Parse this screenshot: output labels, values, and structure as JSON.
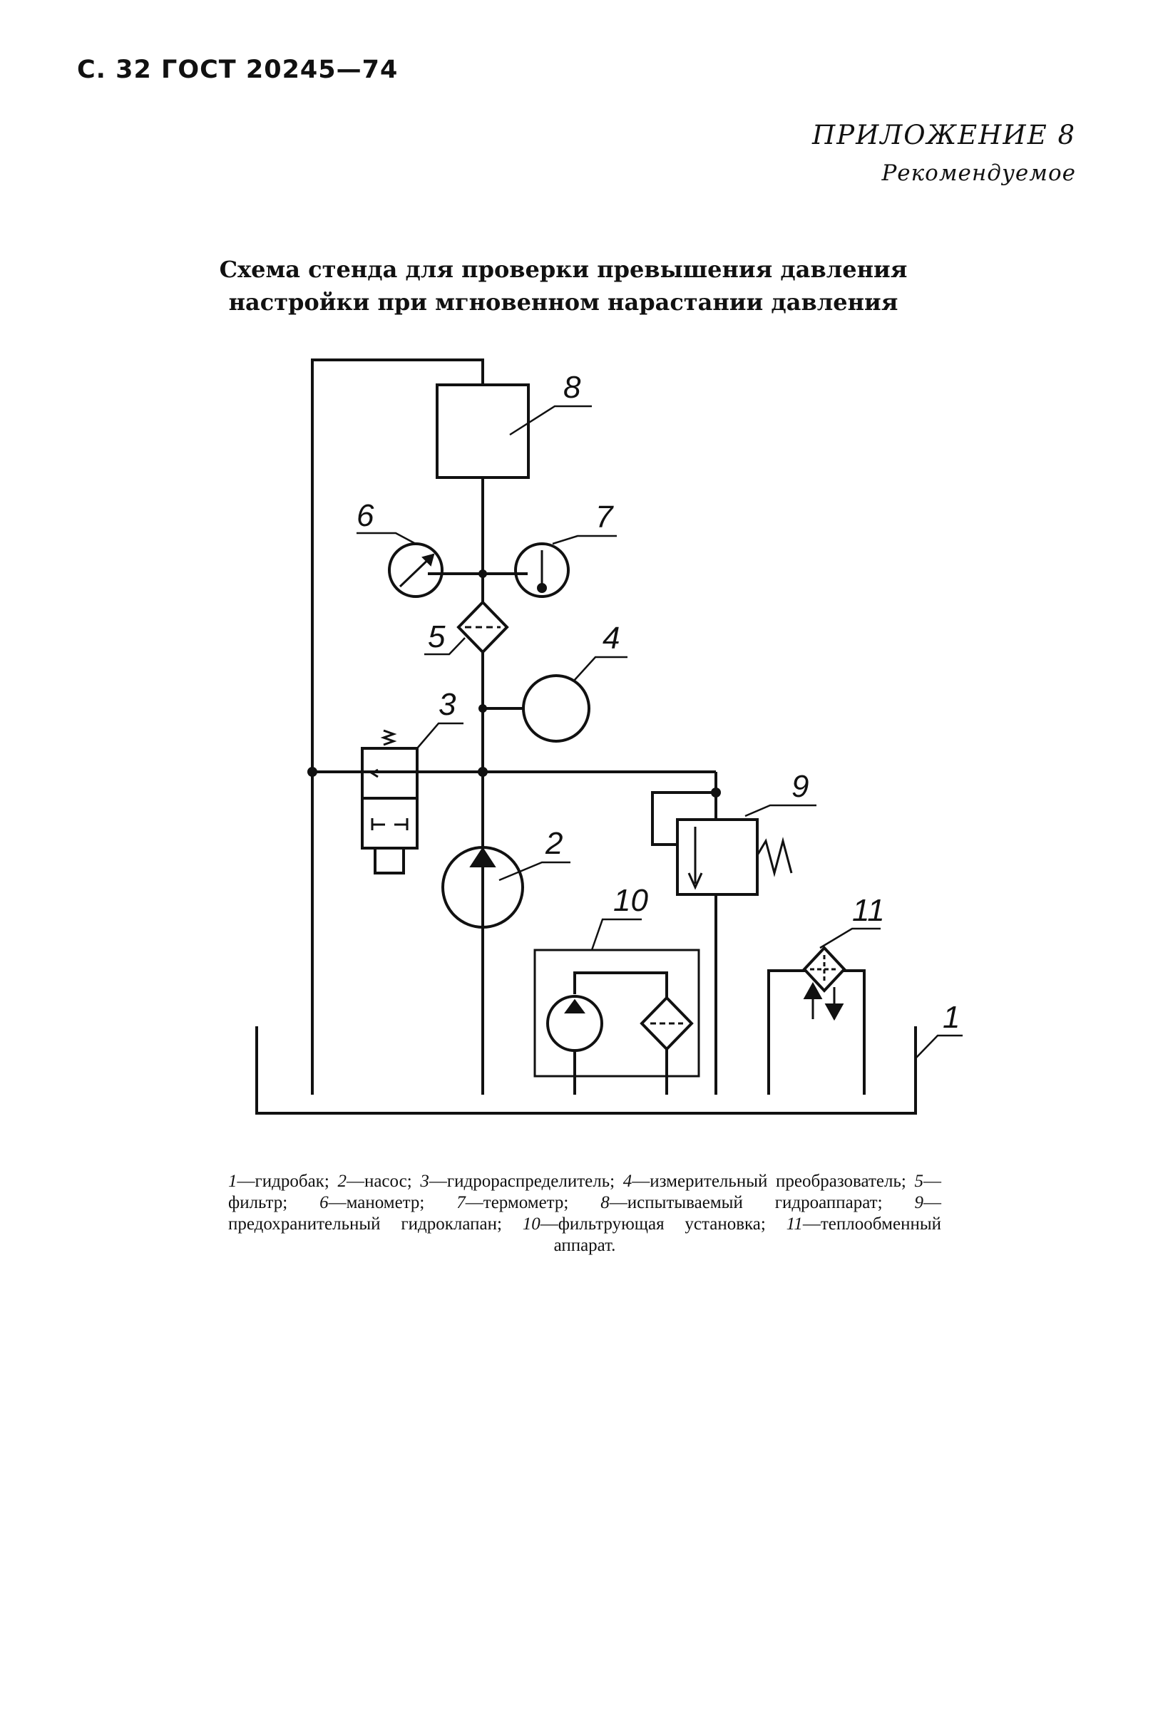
{
  "header": {
    "page_ref": "С. 32 ГОСТ 20245—74"
  },
  "appendix": {
    "title": "ПРИЛОЖЕНИЕ 8",
    "subtitle": "Рекомендуемое"
  },
  "figure": {
    "title_line1": "Схема стенда для проверки превышения давления",
    "title_line2": "настройки при мгновенном нарастании давления",
    "labels": [
      "1",
      "2",
      "3",
      "4",
      "5",
      "6",
      "7",
      "8",
      "9",
      "10",
      "11"
    ]
  },
  "legend": [
    {
      "num": "1",
      "text": "—гидробак; "
    },
    {
      "num": "2",
      "text": "—насос; "
    },
    {
      "num": "3",
      "text": "—гидрораспределитель; "
    },
    {
      "num": "4",
      "text": "—измерительный преобразователь; "
    },
    {
      "num": "5",
      "text": "—фильтр; "
    },
    {
      "num": "6",
      "text": "—манометр; "
    },
    {
      "num": "7",
      "text": "—термометр; "
    },
    {
      "num": "8",
      "text": "—испытываемый гидроаппарат; "
    },
    {
      "num": "9",
      "text": "—предохранительный гидроклапан; "
    },
    {
      "num": "10",
      "text": "—фильтрующая установка; "
    },
    {
      "num": "11",
      "text": "—теплообменный аппарат."
    }
  ]
}
